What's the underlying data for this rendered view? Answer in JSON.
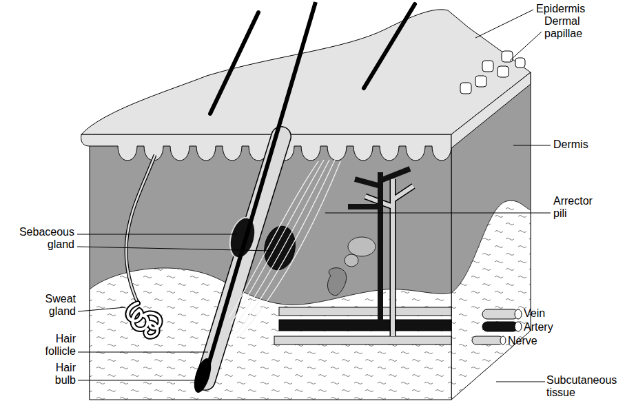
{
  "diagram": {
    "labels": [
      "Epidermis",
      "Dermal papillae",
      "Dermis",
      "Arrector pili",
      "Sebaceous gland",
      "Sweat gland",
      "Hair follicle",
      "Hair bulb",
      "Vein",
      "Artery",
      "Nerve",
      "Subcutaneous tissue"
    ]
  }
}
